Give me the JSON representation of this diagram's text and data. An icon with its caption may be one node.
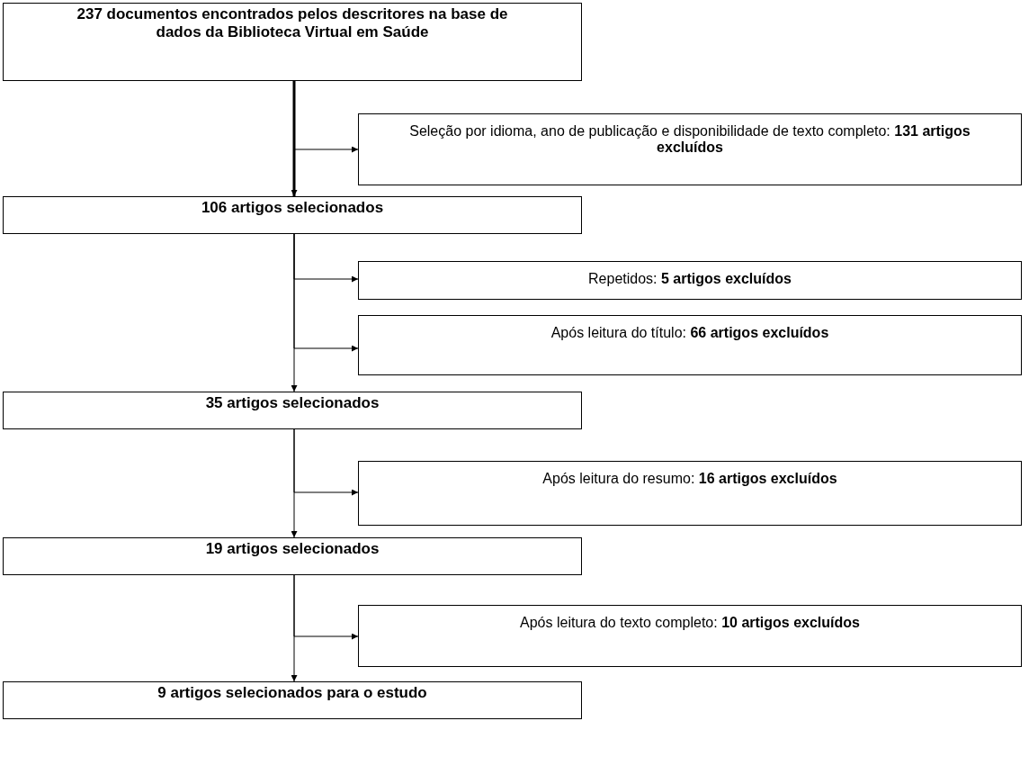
{
  "diagram": {
    "nodes": [
      {
        "text": [
          "237 documentos encontrados pelos descritores na base de dados da Biblioteca Virtual em Saúde"
        ]
      },
      {
        "text": [
          "Seleção por idioma, ano de publicação e disponibilidade de texto completo: **131 artigos excluídos**"
        ]
      },
      {
        "text": [
          "106 artigos selecionados"
        ]
      },
      {
        "text": [
          "Repetidos: **5 artigos excluídos**"
        ]
      },
      {
        "text": [
          "Após leitura do título: **66 artigos excluídos**"
        ]
      },
      {
        "text": [
          "35 artigos selecionados"
        ]
      },
      {
        "text": [
          "Após leitura do resumo: **16 artigos excluídos**"
        ]
      },
      {
        "text": [
          "19 artigos selecionados"
        ]
      },
      {
        "text": [
          "Após leitura do texto completo: **10 artigos excluídos**"
        ]
      },
      {
        "text": [
          "9 artigos selecionados para o estudo"
        ]
      }
    ],
    "edges": [
      {
        "from": 0,
        "to": 2,
        "arrow": "to",
        "style": "thick"
      },
      {
        "from": 0,
        "to": 1,
        "arrow": "to"
      },
      {
        "from": 2,
        "to": 5,
        "arrow": "to"
      },
      {
        "from": 2,
        "to": 3,
        "arrow": "to"
      },
      {
        "from": 2,
        "to": 4,
        "arrow": "to"
      },
      {
        "from": 5,
        "to": 7,
        "arrow": "to"
      },
      {
        "from": 5,
        "to": 6,
        "arrow": "to"
      },
      {
        "from": 7,
        "to": 9,
        "arrow": "to"
      },
      {
        "from": 7,
        "to": 8,
        "arrow": "to"
      }
    ]
  }
}
